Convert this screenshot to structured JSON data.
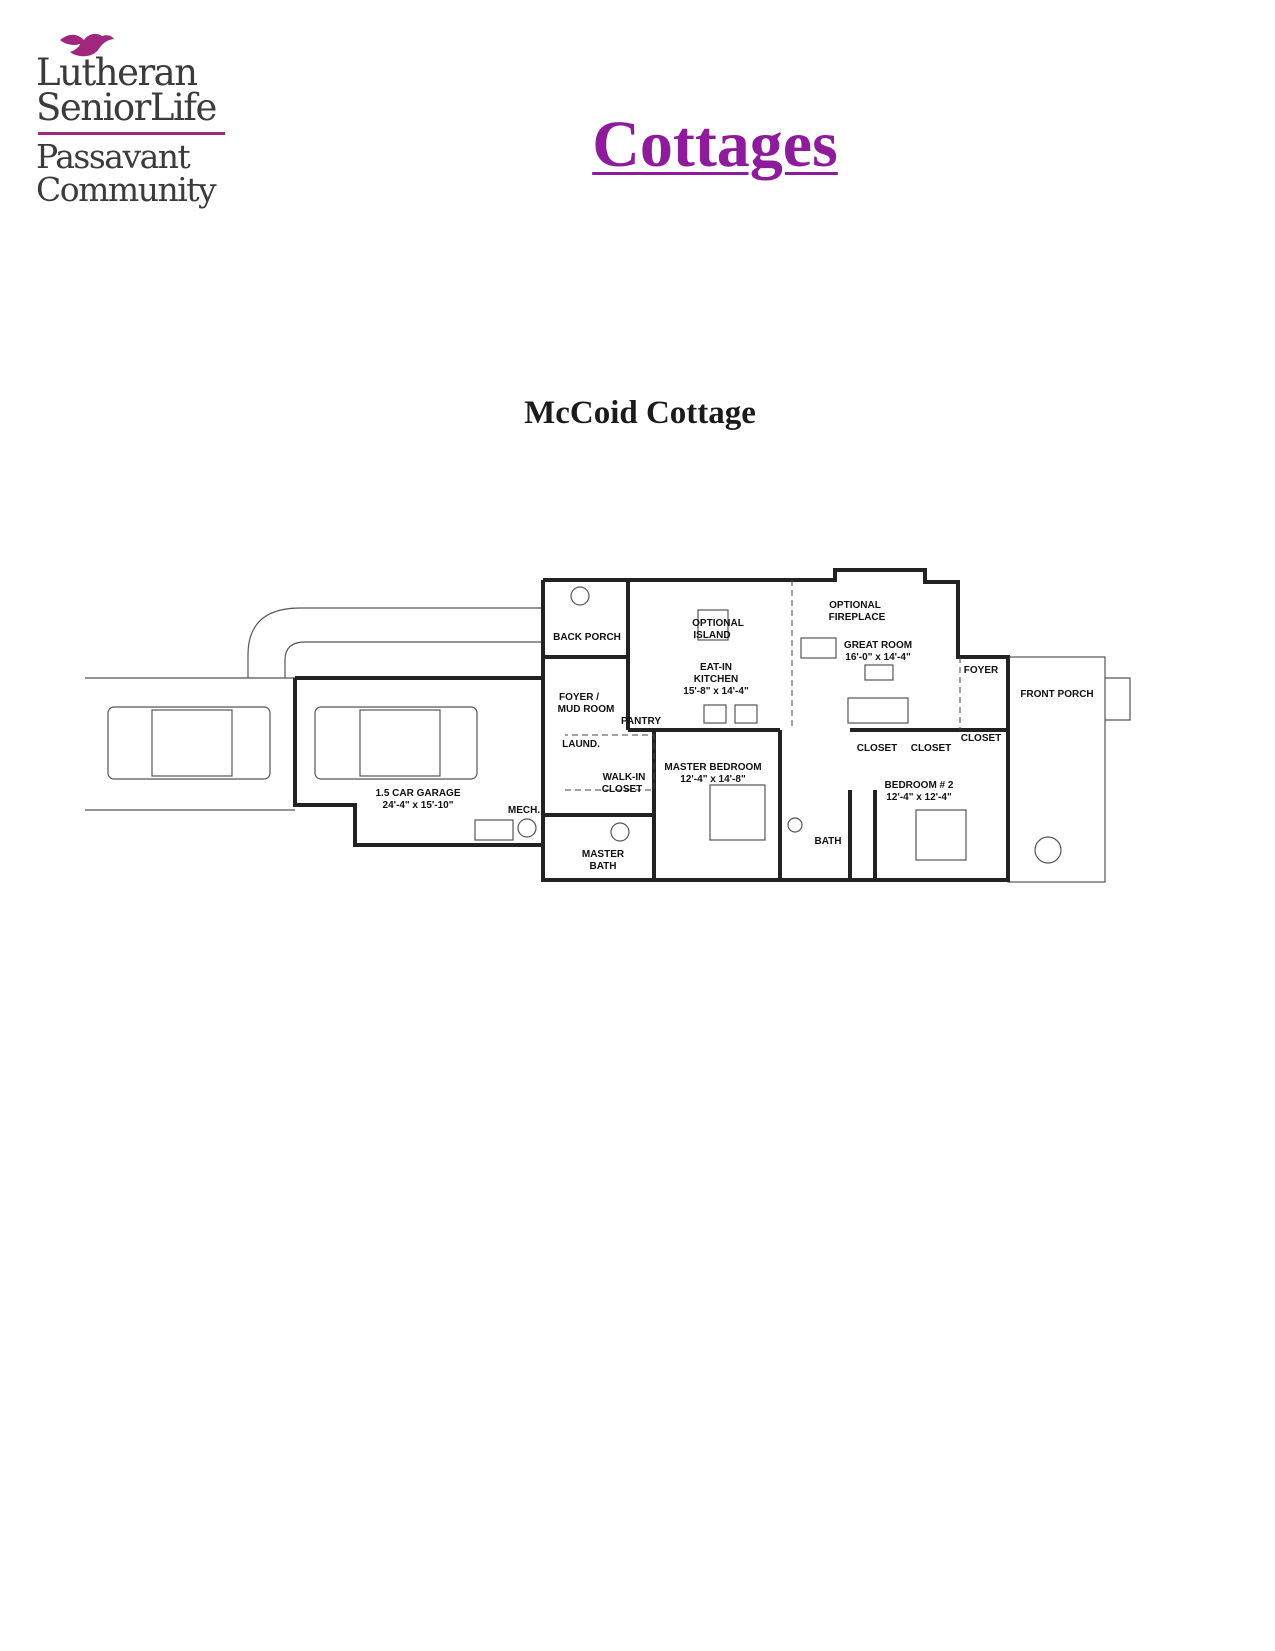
{
  "logo": {
    "line1": "Lutheran",
    "line2": "SeniorLife",
    "line3": "Passavant",
    "line4": "Community",
    "bird_color": "#a0267e"
  },
  "header": {
    "title": "Cottages",
    "title_color": "#8e1a9c"
  },
  "page": {
    "subtitle": "McCoid Cottage"
  },
  "floorplan": {
    "rooms": {
      "back_porch": "BACK PORCH",
      "optional_island_1": "OPTIONAL",
      "optional_island_2": "ISLAND",
      "kitchen_1": "EAT-IN",
      "kitchen_2": "KITCHEN",
      "kitchen_dim": "15'-8\" x 14'-4\"",
      "fireplace_1": "OPTIONAL",
      "fireplace_2": "FIREPLACE",
      "great_room": "GREAT ROOM",
      "great_room_dim": "16'-0\" x 14'-4\"",
      "foyer": "FOYER",
      "front_porch": "FRONT PORCH",
      "mud_room_1": "FOYER /",
      "mud_room_2": "MUD ROOM",
      "pantry": "PANTRY",
      "laundry": "LAUND.",
      "walk_in_1": "WALK-IN",
      "walk_in_2": "CLOSET",
      "master_bedroom": "MASTER BEDROOM",
      "master_bedroom_dim": "12'-4\" x 14'-8\"",
      "closet_1": "CLOSET",
      "closet_2": "CLOSET",
      "closet_3": "CLOSET",
      "bedroom2": "BEDROOM # 2",
      "bedroom2_dim": "12'-4\" x 12'-4\"",
      "garage": "1.5 CAR GARAGE",
      "garage_dim": "24'-4\" x 15'-10\"",
      "mech": "MECH.",
      "master_bath_1": "MASTER",
      "master_bath_2": "BATH",
      "bath": "BATH"
    }
  }
}
